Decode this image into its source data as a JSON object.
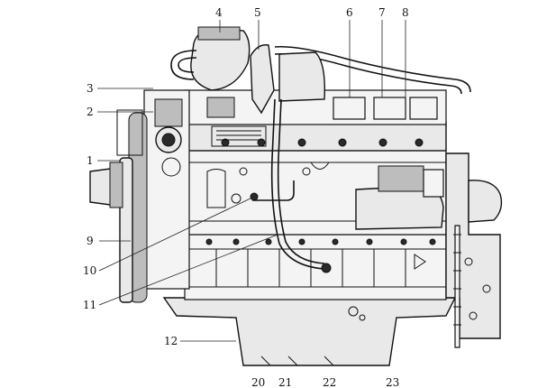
{
  "labels": {
    "l1": "1",
    "l2": "2",
    "l3": "3",
    "l4": "4",
    "l5": "5",
    "l6": "6",
    "l7": "7",
    "l8": "8",
    "l9": "9",
    "l10": "10",
    "l11": "11",
    "l12": "12",
    "l20": "20",
    "l21": "21",
    "l22": "22",
    "l23": "23"
  }
}
